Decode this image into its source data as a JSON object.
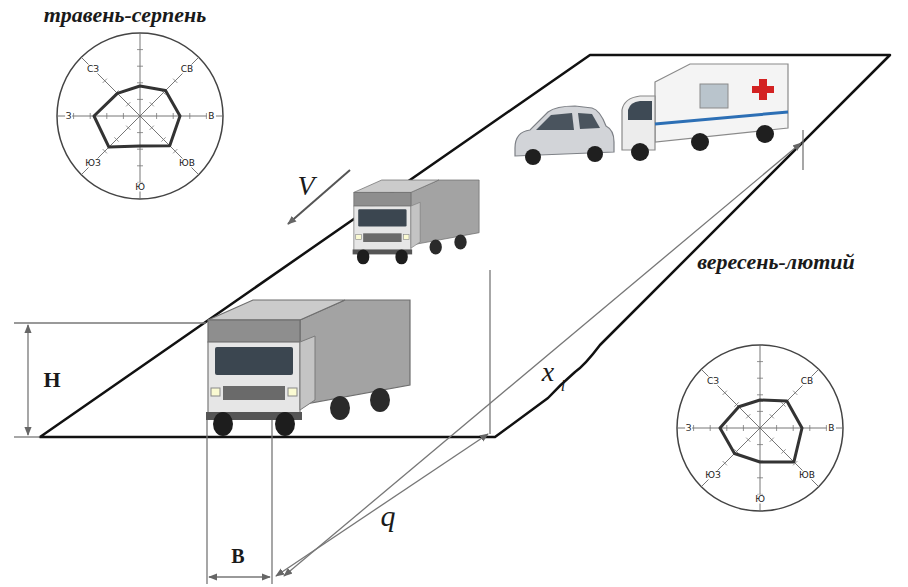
{
  "diagram": {
    "labels": [
      "травень-серпень",
      "СЗ",
      "СВ",
      "З",
      "В",
      "ЮЗ",
      "Ю",
      "ЮВ",
      "V",
      "вересень-лютий",
      "СЗ",
      "СВ",
      "З",
      "В",
      "ЮЗ",
      "Ю",
      "ЮВ",
      "H",
      "q",
      "x",
      "i",
      "B"
    ]
  }
}
